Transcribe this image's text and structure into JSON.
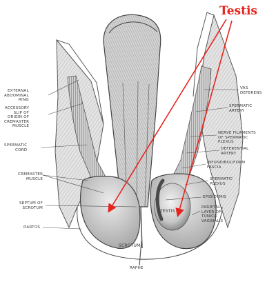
{
  "annotation": {
    "title": "Testis",
    "color": "#e8231c"
  },
  "labels": {
    "external_abdominal_ring": "EXTERNAL\nABDOMINAL\nRING",
    "accessory_slip": "ACCESSORY\nSLIP OF\nORIGIN OF\nCREMASTER\nMUSCLE",
    "spermatic_cord": "SPERMATIC\nCORD",
    "cremaster_muscle": "CREMASTER\nMUSCLE",
    "septum_of_scrotum": "SEPTUM OF\nSCROTUM",
    "dartos": "DARTOS",
    "vas_deferens": "VAS\nDEFERENS",
    "spermatic_artery": "SPERMATIC\nARTERY",
    "nerve_filaments": "NERVE FILAMENTS\nOF SPERMATIC\nPLEXUS",
    "deferential_artery": "DEFERENTIAL\nARTERY",
    "infundibuliform_fascia": "INFUNDIBULIFORM\nFASCIA",
    "spermatic_plexus": "SPERMATIC\nPLEXUS",
    "epididymis": "EPIDIDYMIS",
    "parietal_layer": "PARIETAL\nLAYER OF\nTUNICA\nVAGINALIS",
    "testis_inner": "TESTIS",
    "scrotum": "SCROTUM",
    "raphe": "RAPHE"
  },
  "colors": {
    "ink": "#3a3a3a",
    "tissue": "#dcdcdc",
    "shade": "#9a9a9a",
    "arrow": "#e8231c"
  }
}
